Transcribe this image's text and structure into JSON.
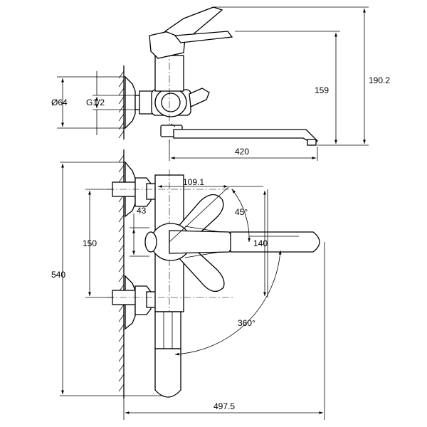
{
  "dimensions": {
    "flange_diameter": "Ø64",
    "thread": "G1/2",
    "spout_height": "159",
    "overall_height": "190.2",
    "spout_reach": "420",
    "handle_offset": "109.1",
    "handle_angle": "45°",
    "handle_pos": "43",
    "centers": "150",
    "handle_length": "140",
    "total_height": "540",
    "swivel": "360°",
    "total_width": "497.5"
  }
}
